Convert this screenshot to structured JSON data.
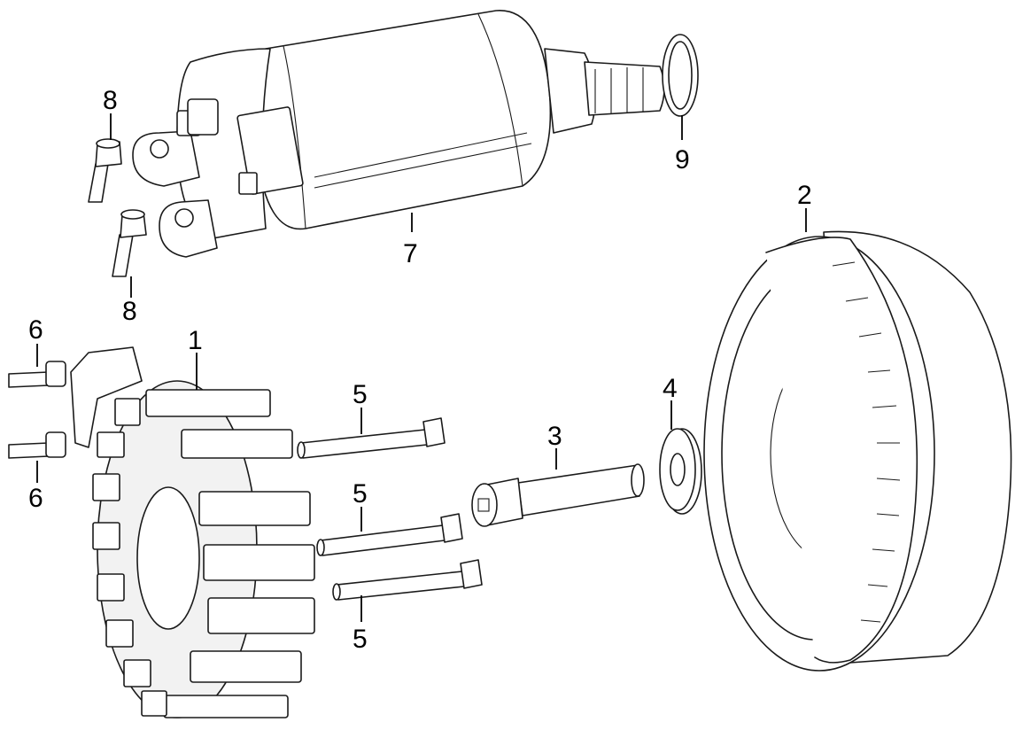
{
  "callouts": {
    "c1": "1",
    "c2": "2",
    "c3": "3",
    "c4": "4",
    "c5a": "5",
    "c5b": "5",
    "c5c": "5",
    "c6a": "6",
    "c6b": "6",
    "c7": "7",
    "c8a": "8",
    "c8b": "8",
    "c9": "9"
  },
  "colors": {
    "line": "#1a1a1a",
    "background": "#ffffff"
  }
}
